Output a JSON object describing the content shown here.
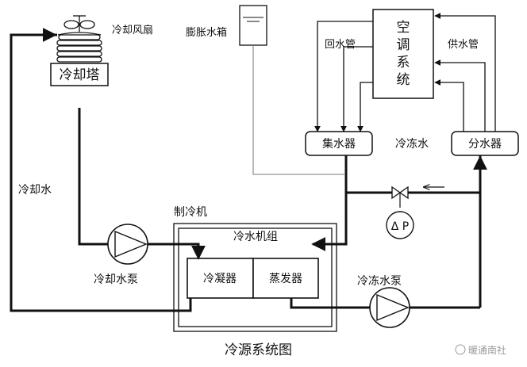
{
  "diagram": {
    "title": "冷源系统图",
    "nodes": {
      "cooling_fan": "冷却风扇",
      "cooling_tower": "冷却塔",
      "expansion_tank": "膨胀水箱",
      "ac_system": [
        "空",
        "调",
        "系",
        "统"
      ],
      "return_pipe": "回水管",
      "supply_pipe": "供水管",
      "collector": "集水器",
      "distributor": "分水器",
      "chilled_water": "冷冻水",
      "cooling_water": "冷却水",
      "chiller_room": "制冷机",
      "chiller_unit": "冷水机组",
      "condenser": "冷凝器",
      "evaporator": "蒸发器",
      "cooling_pump": "冷却水泵",
      "chilled_pump": "冷冻水泵",
      "delta_p": "Δ P"
    },
    "edges": [
      {
        "from": "cooling_tower",
        "to": "cooling_pump",
        "label": ""
      },
      {
        "from": "cooling_pump",
        "to": "condenser",
        "label": ""
      },
      {
        "from": "condenser",
        "to": "cooling_tower",
        "label": "冷却水"
      },
      {
        "from": "evaporator",
        "to": "chilled_pump",
        "label": ""
      },
      {
        "from": "chilled_pump",
        "to": "distributor",
        "label": ""
      },
      {
        "from": "distributor",
        "to": "ac_system",
        "label": "供水管"
      },
      {
        "from": "ac_system",
        "to": "collector",
        "label": "回水管"
      },
      {
        "from": "collector",
        "to": "evaporator",
        "label": ""
      },
      {
        "from": "expansion_tank",
        "to": "collector",
        "label": ""
      },
      {
        "from": "distributor",
        "to": "collector",
        "label": "Δ P"
      }
    ]
  },
  "watermark": "暖通南社"
}
